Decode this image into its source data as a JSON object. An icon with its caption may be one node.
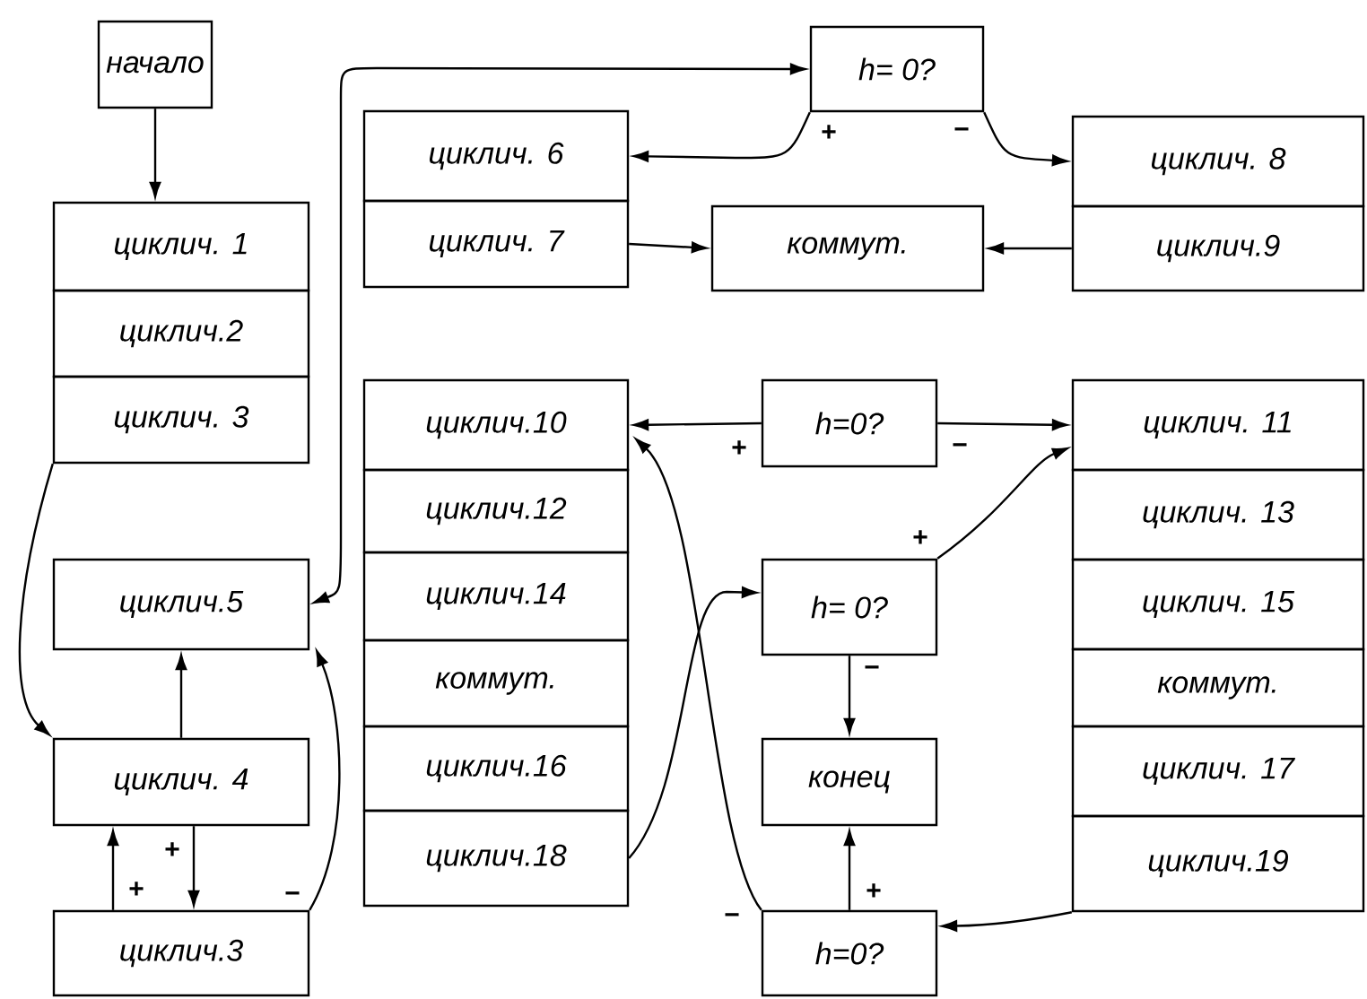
{
  "diagram": {
    "nodes": [
      {
        "text": [
          "начало"
        ]
      },
      {
        "text": [
          "циклич. 1"
        ]
      },
      {
        "text": [
          "циклич.2"
        ]
      },
      {
        "text": [
          "циклич. 3"
        ]
      },
      {
        "text": [
          "циклич.5"
        ]
      },
      {
        "text": [
          "циклич. 4"
        ]
      },
      {
        "text": [
          "циклич.3"
        ]
      },
      {
        "text": [
          "h= 0?"
        ]
      },
      {
        "text": [
          "циклич. 6"
        ]
      },
      {
        "text": [
          "циклич. 7"
        ]
      },
      {
        "text": [
          "коммут."
        ]
      },
      {
        "text": [
          "циклич. 8"
        ]
      },
      {
        "text": [
          "циклич.9"
        ]
      },
      {
        "text": [
          "циклич.10"
        ]
      },
      {
        "text": [
          "циклич.12"
        ]
      },
      {
        "text": [
          "циклич.14"
        ]
      },
      {
        "text": [
          "коммут."
        ]
      },
      {
        "text": [
          "циклич.16"
        ]
      },
      {
        "text": [
          "циклич.18"
        ]
      },
      {
        "text": [
          "h=0?"
        ]
      },
      {
        "text": [
          "циклич. 11"
        ]
      },
      {
        "text": [
          "циклич. 13"
        ]
      },
      {
        "text": [
          "циклич. 15"
        ]
      },
      {
        "text": [
          "коммут."
        ]
      },
      {
        "text": [
          "циклич. 17"
        ]
      },
      {
        "text": [
          "циклич.19"
        ]
      },
      {
        "text": [
          "h= 0?"
        ]
      },
      {
        "text": [
          "конец"
        ]
      },
      {
        "text": [
          "h=0?"
        ]
      }
    ],
    "edges": [
      {
        "from": 0,
        "to": 1,
        "arrow": "to"
      },
      {
        "from": 3,
        "to": 5,
        "arrow": "to"
      },
      {
        "from": 5,
        "to": 4,
        "arrow": "to"
      },
      {
        "from": 6,
        "to": 5,
        "arrow": "to",
        "label": "+"
      },
      {
        "from": 5,
        "to": 6,
        "arrow": "to",
        "label": "+"
      },
      {
        "from": 6,
        "to": 4,
        "arrow": "to",
        "label": "−"
      },
      {
        "from": 4,
        "to": 7,
        "arrow": "both"
      },
      {
        "from": 7,
        "to": 8,
        "arrow": "to",
        "label": "+"
      },
      {
        "from": 7,
        "to": 11,
        "arrow": "to",
        "label": "−"
      },
      {
        "from": 9,
        "to": 10,
        "arrow": "to"
      },
      {
        "from": 12,
        "to": 10,
        "arrow": "to"
      },
      {
        "from": 19,
        "to": 13,
        "arrow": "to",
        "label": "+"
      },
      {
        "from": 19,
        "to": 20,
        "arrow": "to",
        "label": "−"
      },
      {
        "from": 26,
        "to": 20,
        "arrow": "to",
        "label": "+"
      },
      {
        "from": 26,
        "to": 27,
        "arrow": "to",
        "label": "−"
      },
      {
        "from": 28,
        "to": 27,
        "arrow": "to",
        "label": "+"
      },
      {
        "from": 28,
        "to": 13,
        "arrow": "to",
        "label": "−"
      },
      {
        "from": 25,
        "to": 28,
        "arrow": "to"
      },
      {
        "from": 18,
        "to": 26,
        "arrow": "to"
      }
    ]
  }
}
